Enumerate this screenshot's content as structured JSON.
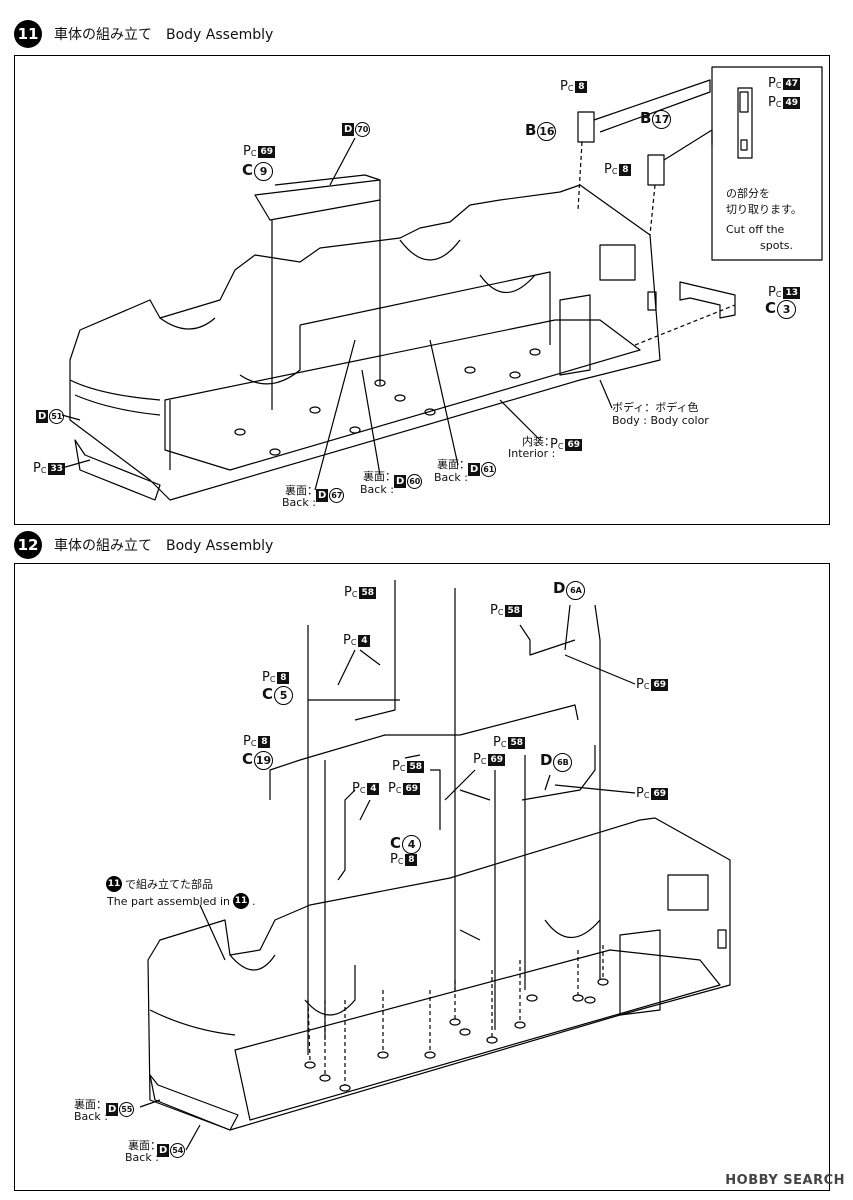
{
  "step11": {
    "number": "11",
    "title": "車体の組み立て　Body Assembly",
    "labels": {
      "pc8_top": "8",
      "b16": "B",
      "b16_num": "16",
      "b17": "B",
      "b17_num": "17",
      "pc8_mid": "8",
      "d70": "D",
      "d70_num": "70",
      "pc69_left": "69",
      "c9": "C",
      "c9_num": "9",
      "inset_pc47": "47",
      "inset_pc49": "49",
      "inset_jp": "の部分を\n切り取ります。",
      "inset_en_1": "Cut off the",
      "inset_en_2": "spots.",
      "pc13": "13",
      "c3": "C",
      "c3_num": "3",
      "body_color_jp": "ボディ：ボディ色",
      "body_color_en": "Body : Body color",
      "interior_jp": "内装：",
      "interior_en": "Interior :",
      "interior_pc": "69",
      "d51": "D",
      "d51_num": "51",
      "pc33": "33",
      "back_jp": "裏面：",
      "back_en": "Back :",
      "d67_num": "67",
      "d60_num": "60",
      "d61_num": "61"
    }
  },
  "step12": {
    "number": "12",
    "title": "車体の組み立て　Body Assembly",
    "labels": {
      "pc58_a": "58",
      "pc58_b": "58",
      "pc58_c": "58",
      "pc58_d": "58",
      "pc4_a": "4",
      "pc4_b": "4",
      "pc8_a": "8",
      "c5": "C",
      "c5_num": "5",
      "pc8_b": "8",
      "c19": "C",
      "c19_num": "19",
      "d6a": "D",
      "d6a_num": "6A",
      "d6b": "D",
      "d6b_num": "6B",
      "pc69_a": "69",
      "pc69_b": "69",
      "pc69_c": "69",
      "pc69_d": "69",
      "c4": "C",
      "c4_num": "4",
      "pc8_c": "8",
      "ref_jp": "で組み立てた部品",
      "ref_en": "The part assembled in",
      "ref_num": "11",
      "ref_end": ".",
      "back_jp": "裏面：",
      "back_en": "Back :",
      "d55_num": "55",
      "d54_num": "54"
    }
  },
  "watermark": "HOBBY SEARCH",
  "pc_letters": {
    "p": "P",
    "c": "C"
  }
}
